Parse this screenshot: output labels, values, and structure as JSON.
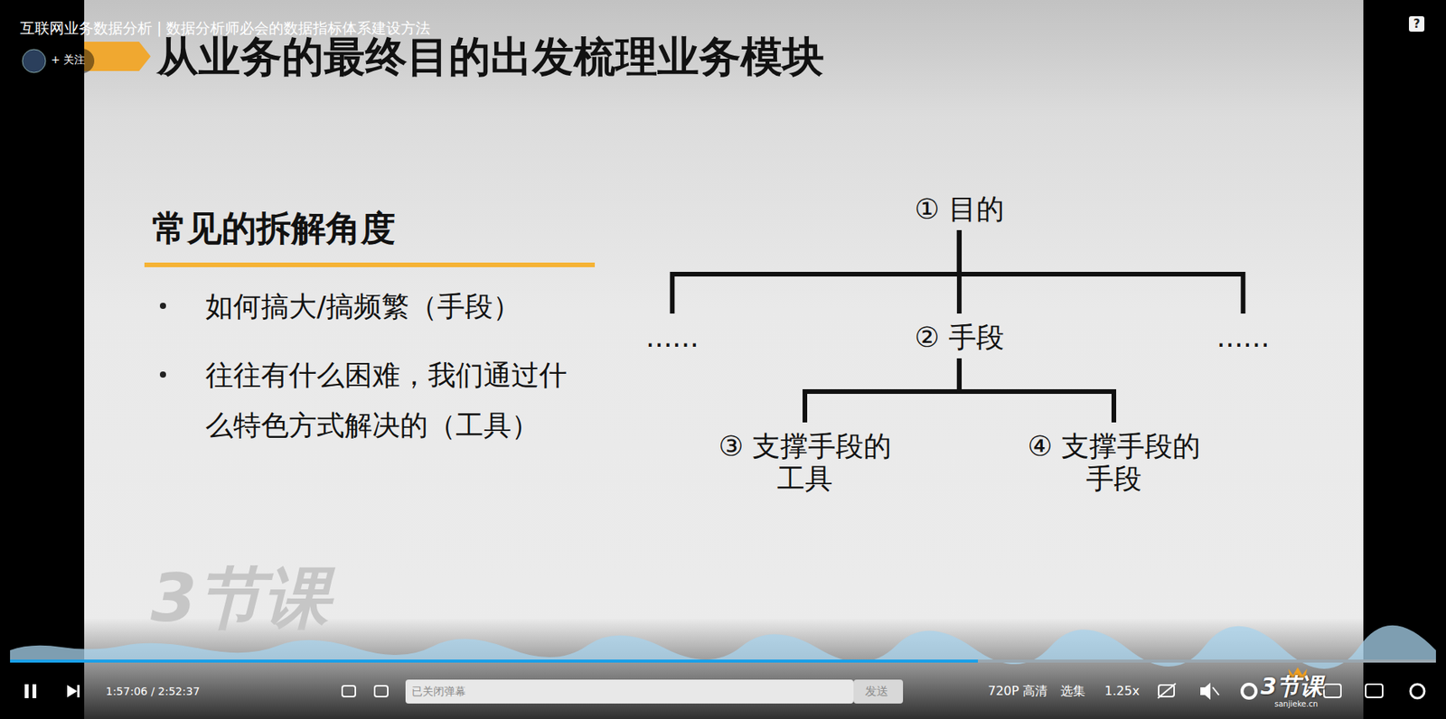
{
  "diagram": {
    "title": "从业务的最终目的出发梳理业务模块",
    "nodes": [
      {
        "text": [
          "① 目的"
        ]
      },
      {
        "text": [
          "......"
        ]
      },
      {
        "text": [
          "② 手段"
        ]
      },
      {
        "text": [
          "......"
        ]
      },
      {
        "text": [
          "③ 支撑手段的 工具"
        ]
      },
      {
        "text": [
          "④ 支撑手段的 手段"
        ]
      }
    ],
    "edges": [
      {
        "from": 0,
        "to": 1,
        "arrow": "none"
      },
      {
        "from": 0,
        "to": 2,
        "arrow": "none"
      },
      {
        "from": 0,
        "to": 3,
        "arrow": "none"
      },
      {
        "from": 2,
        "to": 4,
        "arrow": "none"
      },
      {
        "from": 2,
        "to": 5,
        "arrow": "none"
      }
    ],
    "labels": [
      "互联网业务数据分析 | 数据分析师必会的数据指标体系建设方法",
      "+ 关注",
      "常见的拆解角度",
      "如何搞大/搞频繁（手段）",
      "往往有什么困难，我们通过什么特色方式解决的（工具）",
      "3节课",
      "1:57:06 / 2:52:37",
      "已关闭弹幕",
      "发送",
      "720P 高清",
      "选集",
      "1.25x",
      "3节课",
      "sanjieke.cn",
      "?"
    ]
  }
}
